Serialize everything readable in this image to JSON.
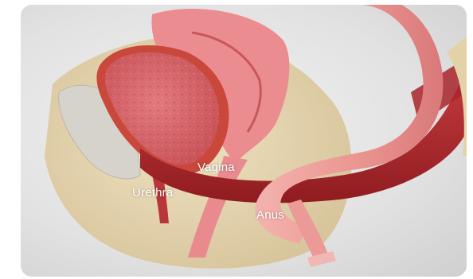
{
  "labels": {
    "vagina": "Vagina",
    "urethra": "Urethra",
    "anus": "Anus"
  },
  "palette": {
    "background": "#e4e4e4",
    "bone": "#e9d9b4",
    "uterus": "#e9878b",
    "bladder_wall": "#c7463a",
    "bladder_inner": "#d9676b",
    "muscle": "#b3262b",
    "rectum": "#ef9c98"
  }
}
